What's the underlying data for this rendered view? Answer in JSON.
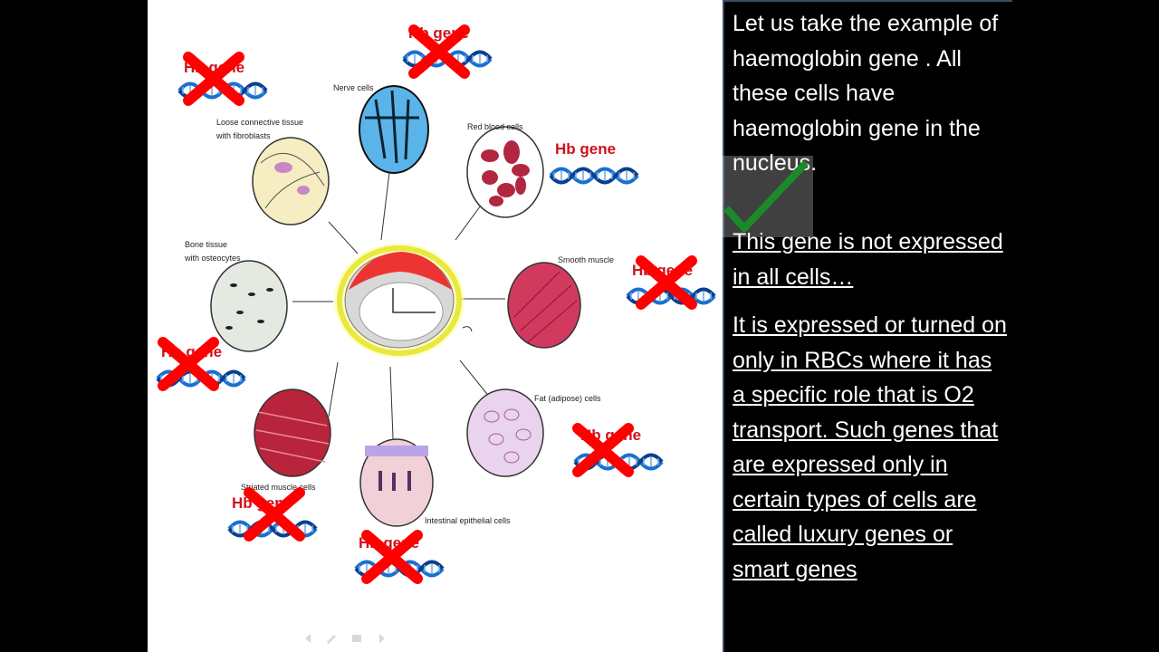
{
  "cells": [
    {
      "id": "nerve",
      "label": "Nerve cells"
    },
    {
      "id": "rbc",
      "label": "Red blood cells"
    },
    {
      "id": "loose",
      "label": "Loose connective tissue"
    },
    {
      "id": "loose2",
      "label": "with fibroblasts"
    },
    {
      "id": "smooth",
      "label": "Smooth muscle"
    },
    {
      "id": "bone",
      "label": "Bone tissue"
    },
    {
      "id": "bone2",
      "label": "with osteocytes"
    },
    {
      "id": "fat",
      "label": "Fat (adipose) cells"
    },
    {
      "id": "striated",
      "label": "Striated muscle cells"
    },
    {
      "id": "intestinal",
      "label": "Intestinal epithelial cells"
    }
  ],
  "gene_label": "Hb gene",
  "text_panel": {
    "paragraph1": "Let us take the example of haemoglobin gene . All these cells have haemoglobin gene in the nucleus.",
    "paragraph2": "This gene  is not expressed in all cells…",
    "paragraph3": "It  is expressed or turned on only in RBCs where it has a specific role that is O2 transport. Such genes that are expressed only in certain types of cells are called luxury genes or smart genes"
  },
  "colors": {
    "cross": "#ff0000",
    "gene_text": "#d0111b",
    "dna_blue": "#1a6fd0",
    "check": "#1a8a2a"
  },
  "icons": [
    "cross-mark-icon",
    "dna-helix-icon",
    "checkmark-icon"
  ]
}
